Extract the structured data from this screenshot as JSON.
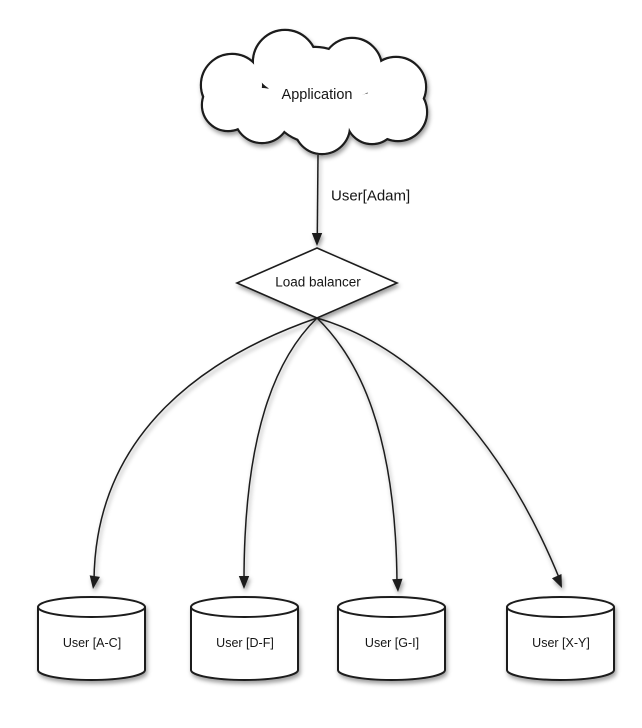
{
  "diagram": {
    "type": "architecture-diagram",
    "topic": "database-sharding-load-balancing",
    "nodes": {
      "application": {
        "label": "Application",
        "shape": "cloud"
      },
      "load_balancer": {
        "label": "Load balancer",
        "shape": "diamond"
      },
      "shards": [
        {
          "label": "User [A-C]",
          "shape": "cylinder"
        },
        {
          "label": "User [D-F]",
          "shape": "cylinder"
        },
        {
          "label": "User [G-I]",
          "shape": "cylinder"
        },
        {
          "label": "User [X-Y]",
          "shape": "cylinder"
        }
      ]
    },
    "edges": [
      {
        "from": "Application",
        "to": "Load balancer",
        "label": "User[Adam]"
      },
      {
        "from": "Load balancer",
        "to": "User [A-C]",
        "label": ""
      },
      {
        "from": "Load balancer",
        "to": "User [D-F]",
        "label": ""
      },
      {
        "from": "Load balancer",
        "to": "User [G-I]",
        "label": ""
      },
      {
        "from": "Load balancer",
        "to": "User [X-Y]",
        "label": ""
      }
    ],
    "colors": {
      "stroke": "#1c1c1c",
      "fill": "#ffffff",
      "text": "#151515",
      "shadow": "rgba(0,0,0,0.38)",
      "background": "#ffffff"
    }
  }
}
